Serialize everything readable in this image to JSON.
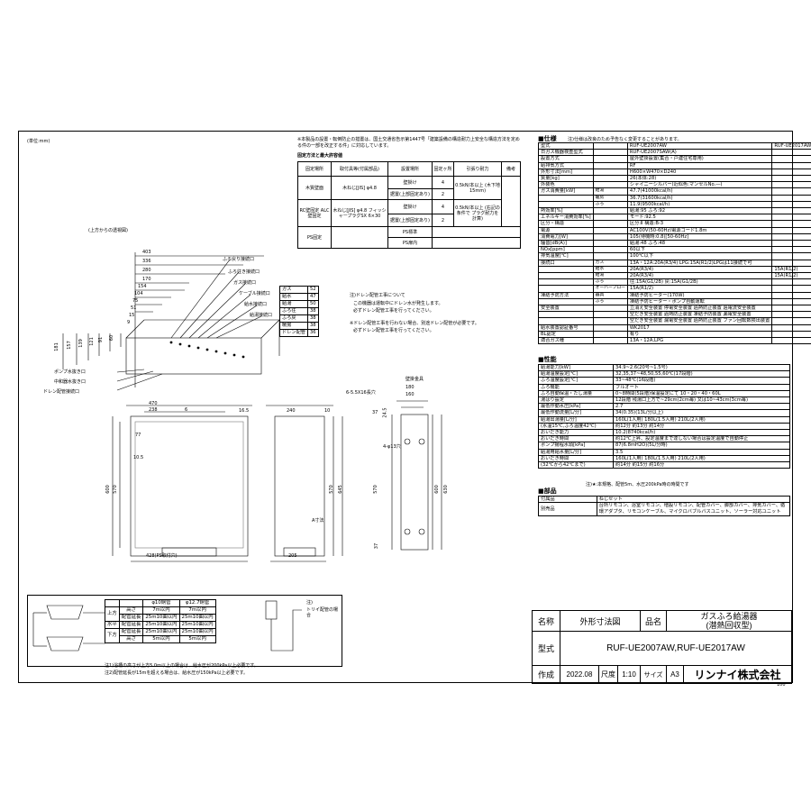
{
  "unit_note": "(単位:mm)",
  "page_number": "100",
  "top_view_label": "(上方からの透視図)",
  "notice_title": "※本製品の設置・転倒防止の措置は、国土交通省告示第1447号「建築設備の構造耐力上安全な構造方法を定める件の一部を改正する件」に対応しています。",
  "fix_method": {
    "title": "固定方法と最大許容値",
    "headers": [
      "固定場所",
      "取付具等(付属部品)",
      "設置場所",
      "固定ヶ所",
      "引張り耐力",
      "備考"
    ],
    "rows": [
      [
        "木質壁面",
        "木ねじ[JIS] φ4.8",
        "壁掛け",
        "4",
        "0.5kN/本以上 (木下地15mm)",
        ""
      ],
      [
        "",
        "",
        "据置(上部固定あり)",
        "2",
        "",
        ""
      ],
      [
        "RC壁固定 ALC壁固定",
        "木ねじ[JIS] φ4.8 フィッシャープラグSX 6×30",
        "壁掛け",
        "4",
        "0.5kN/本以上 (右記の条件で プラグ耐力を計算)",
        ""
      ],
      [
        "",
        "",
        "据置(上部固定あり)",
        "2",
        "",
        ""
      ],
      [
        "PS固定",
        "",
        "PS標準",
        "",
        "",
        ""
      ],
      [
        "",
        "",
        "PS扉内",
        "",
        "",
        ""
      ]
    ]
  },
  "pipes_legend": {
    "headers": [
      "",
      ""
    ],
    "rows": [
      [
        "ガス",
        "52"
      ],
      [
        "給水",
        "47"
      ],
      [
        "給湯",
        "50"
      ],
      [
        "ふろ往",
        "38"
      ],
      [
        "ふろ戻",
        "38"
      ],
      [
        "暖房",
        "38"
      ],
      [
        "ドレン配管",
        "36"
      ]
    ]
  },
  "drain_note": {
    "title": "注)ドレン配管工事について",
    "lines": [
      "この機器は運転中にドレン水が発生します。",
      "必ずドレン配管工事を行ってください。",
      "",
      "※ドレン配管工事を行わない場合、別途ドレン配管が必要です。",
      "必ずドレン配管工事を行ってください。"
    ]
  },
  "connection_labels": [
    "ふろ戻り接続口",
    "ふろ往き接続口",
    "ガス接続口",
    "ケーブル接続口",
    "給水接続口",
    "給湯接続口",
    "ポンプ水抜き口",
    "中和器水抜き口",
    "ドレン配管接続口"
  ],
  "dims_top": [
    "403",
    "336",
    "280",
    "170",
    "154",
    "104",
    "75",
    "51",
    "15",
    "9"
  ],
  "dims_left": [
    "181",
    "157",
    "139",
    "121",
    "91",
    "60"
  ],
  "front": {
    "width_top": "470",
    "w2": "238",
    "w3": "6",
    "d77": "77",
    "d105": "10.5",
    "h600": "600",
    "h570": "570",
    "bottom": "428(PS取付穴)"
  },
  "side": {
    "d1": "16.5",
    "d2": "240",
    "d3": "10",
    "h1": "570",
    "h2": "645",
    "bottom": "205",
    "label": "A寸法"
  },
  "back": {
    "title": "壁掛金具",
    "w180": "180",
    "w160": "160",
    "screws": "6-5.5X16長穴",
    "holes": "4-φ13穴",
    "d245": "24.5",
    "h570": "570",
    "h600": "600",
    "h630": "630",
    "d37": "37",
    "d37b": "37"
  },
  "pipe_table": {
    "headers": [
      "",
      "",
      "φ10銅管",
      "φ12.7銅管"
    ],
    "rows": [
      [
        "上方",
        "高さ",
        "7m以内",
        "7m以内"
      ],
      [
        "",
        "配管延長",
        "25m10曲以内",
        "25m10曲以内"
      ],
      [
        "水平",
        "配管延長",
        "25m10曲以内",
        "25m10曲以内"
      ],
      [
        "下方",
        "配管延長",
        "25m10曲以内",
        "25m10曲以内"
      ],
      [
        "",
        "高さ",
        "5m以内",
        "5m以内"
      ]
    ],
    "notes": [
      "注1)浴槽の高さが上方5.0m以上の場合は、給水圧が200kPa以上必要です。",
      "注2)配管延長が15mを超える場合は、給水圧が150kPa以上必要です。"
    ]
  },
  "trap_note": {
    "title": "注)",
    "text": "トリイ配管の場合"
  },
  "spec": {
    "title": "■仕様",
    "note": "注)仕様は改良のため予告なく変更することがあります。",
    "rows": [
      [
        "型式",
        "",
        "RUF-UE2007AW",
        "RUF-UE2017AW"
      ],
      [
        "日ガス機器検査型式",
        "",
        "RUF-UE2007SAW(A)",
        ""
      ],
      [
        "設置方式",
        "",
        "屋外壁掛設置(集合・戸建住宅専用)",
        ""
      ],
      [
        "給排気方式",
        "",
        "RF",
        ""
      ],
      [
        "外形寸法[mm]",
        "",
        "H600×W470×D240",
        ""
      ],
      [
        "質量[kg]",
        "",
        "26(本体:28)",
        ""
      ],
      [
        "外装色",
        "",
        "シャイニーシルバー(近似色:マンセルNo.―)",
        ""
      ],
      [
        "ガス消費量[kW]",
        "給湯",
        "47.7(41000kcal/h)",
        ""
      ],
      [
        "",
        "暖房",
        "36.7(31600kcal/h)",
        ""
      ],
      [
        "",
        "ふろ",
        "11.9(9500kcal/h)",
        ""
      ],
      [
        "熱効率[%]",
        "",
        "給湯:95 ふろ:92",
        ""
      ],
      [
        "エネルギー消費効率[%]",
        "",
        "モード:92.5",
        ""
      ],
      [
        "区分・構造",
        "",
        "区分:Ⅱ 構造:B-3",
        ""
      ],
      [
        "電源",
        "",
        "AC100V(50-60Hz)電源コード1.8m",
        ""
      ],
      [
        "消費電力[W]",
        "",
        "105(待機時:0.8)[50-60Hz]",
        ""
      ],
      [
        "騒音[dB(A)]",
        "",
        "給湯:48 ふろ:48",
        ""
      ],
      [
        "NOx[ppm]",
        "",
        "60以下",
        ""
      ],
      [
        "排気温度[℃]",
        "",
        "100℃以下",
        ""
      ],
      [
        "接続口",
        "ガス",
        "13A・12A:20A(R3/4) LPG:15A(R1/2)LPGは11接続で可",
        ""
      ],
      [
        "",
        "給水",
        "20A(R3/4)",
        "15A(R1/2)"
      ],
      [
        "",
        "給湯",
        "20A(R3/4)",
        "15A(R1/2)"
      ],
      [
        "",
        "ふろ",
        "往:15A(G1/2B) 戻:15A(G1/2B)",
        ""
      ],
      [
        "",
        "オーバーフロー",
        "15A(R1/2)",
        ""
      ],
      [
        "凍結予防方法",
        "器具",
        "凍結予防ヒーター(170W)",
        ""
      ],
      [
        "",
        "ふろ",
        "凍結予防ヒーター・ポンプ自動運転",
        ""
      ],
      [
        "安全装置",
        "",
        "立消え安全装置 停電安全装置 過熱防止装置 過電流安全装置",
        ""
      ],
      [
        "",
        "",
        "空だき安全装置 過熱防止装置 凍結予防装置 漏電安全装置",
        ""
      ],
      [
        "",
        "",
        "空だき安全装置 漏電安全装置 過熱防止装置 ファン回転数検出装置",
        ""
      ],
      [
        "給水装置認証番号",
        "",
        "WK2017",
        ""
      ],
      [
        "BL認定",
        "",
        "有り",
        ""
      ],
      [
        "適合ガス種",
        "",
        "13A・12A,LPG",
        ""
      ]
    ]
  },
  "performance": {
    "title": "■性能",
    "rows": [
      [
        "給湯能力[kW]",
        "34.9~2.6(20号~1.5号)"
      ],
      [
        "給湯温度設定[℃]",
        "32,35,37~48,50,55,60℃(17段階)"
      ],
      [
        "ふろ温度設定[℃]",
        "33~48℃(16段階)"
      ],
      [
        "ふろ機能",
        "フルオート"
      ],
      [
        "ふろ自動保温・たし湯量",
        "0~8時間(5段階)保温設定にて 10・20・40・60L"
      ],
      [
        "湯はり設定",
        "12段階 残湯口上方で~29cm(2cm毎) 又は10~43cm(3cm毎)"
      ],
      [
        "最低作動水圧[kPa]",
        "2.7"
      ],
      [
        "最低作動流量[L/分]",
        "34(0.35)(13L/分以上)"
      ],
      [
        "給湯出湯量[L/分]",
        "160L(1人用) 180L(1.5人用) 210L(2人用)"
      ],
      [
        "(水温15℃,ふろ温度42℃)",
        "約12分 約13分 約14分"
      ],
      [
        "おいだき能力",
        "10.2(8740kcal/h)"
      ],
      [
        "おいだき時間",
        "約12℃上昇、設定温度まで達しない場合は設定温度で自動停止"
      ],
      [
        "ポンプ揚程水頭[kPa]",
        "87(6.8mH2O)(5L/分時)"
      ],
      [
        "給湯用給水量[L/分]",
        "3.5"
      ],
      [
        "おいだき時間",
        "160L(1人用) 180L(1.5人用) 210L(2人用)"
      ],
      [
        "(32℃から42℃まで)",
        "約14分 約15分 約16分"
      ]
    ],
    "footnote": "注)★:本規格、配管5m、水圧200kPa時の時間です"
  },
  "accessories": {
    "title": "■部品",
    "rows": [
      [
        "付属品",
        "ねじセット"
      ],
      [
        "別売品",
        "台所リモコン、浴室リモコン、増設リモコン、配管カバー、脚部カバー、排気カバー、循環アダプタ、リモコンケーブル、マイクロバブルバスユニット、ソーラー対応ユニット"
      ]
    ]
  },
  "title_block": {
    "name_label": "名称",
    "name_value": "外形寸法図",
    "product_label": "品名",
    "product_value": "ガスふろ給湯器",
    "product_sub": "(潜熱回収型)",
    "model_label": "型式",
    "model_value": "RUF-UE2007AW,RUF-UE2017AW",
    "date_label": "作成",
    "date_value": "2022.08",
    "scale_label": "尺度",
    "scale_value": "1:10",
    "size_label": "サイズ",
    "size_value": "A3",
    "company": "リンナイ株式会社"
  }
}
